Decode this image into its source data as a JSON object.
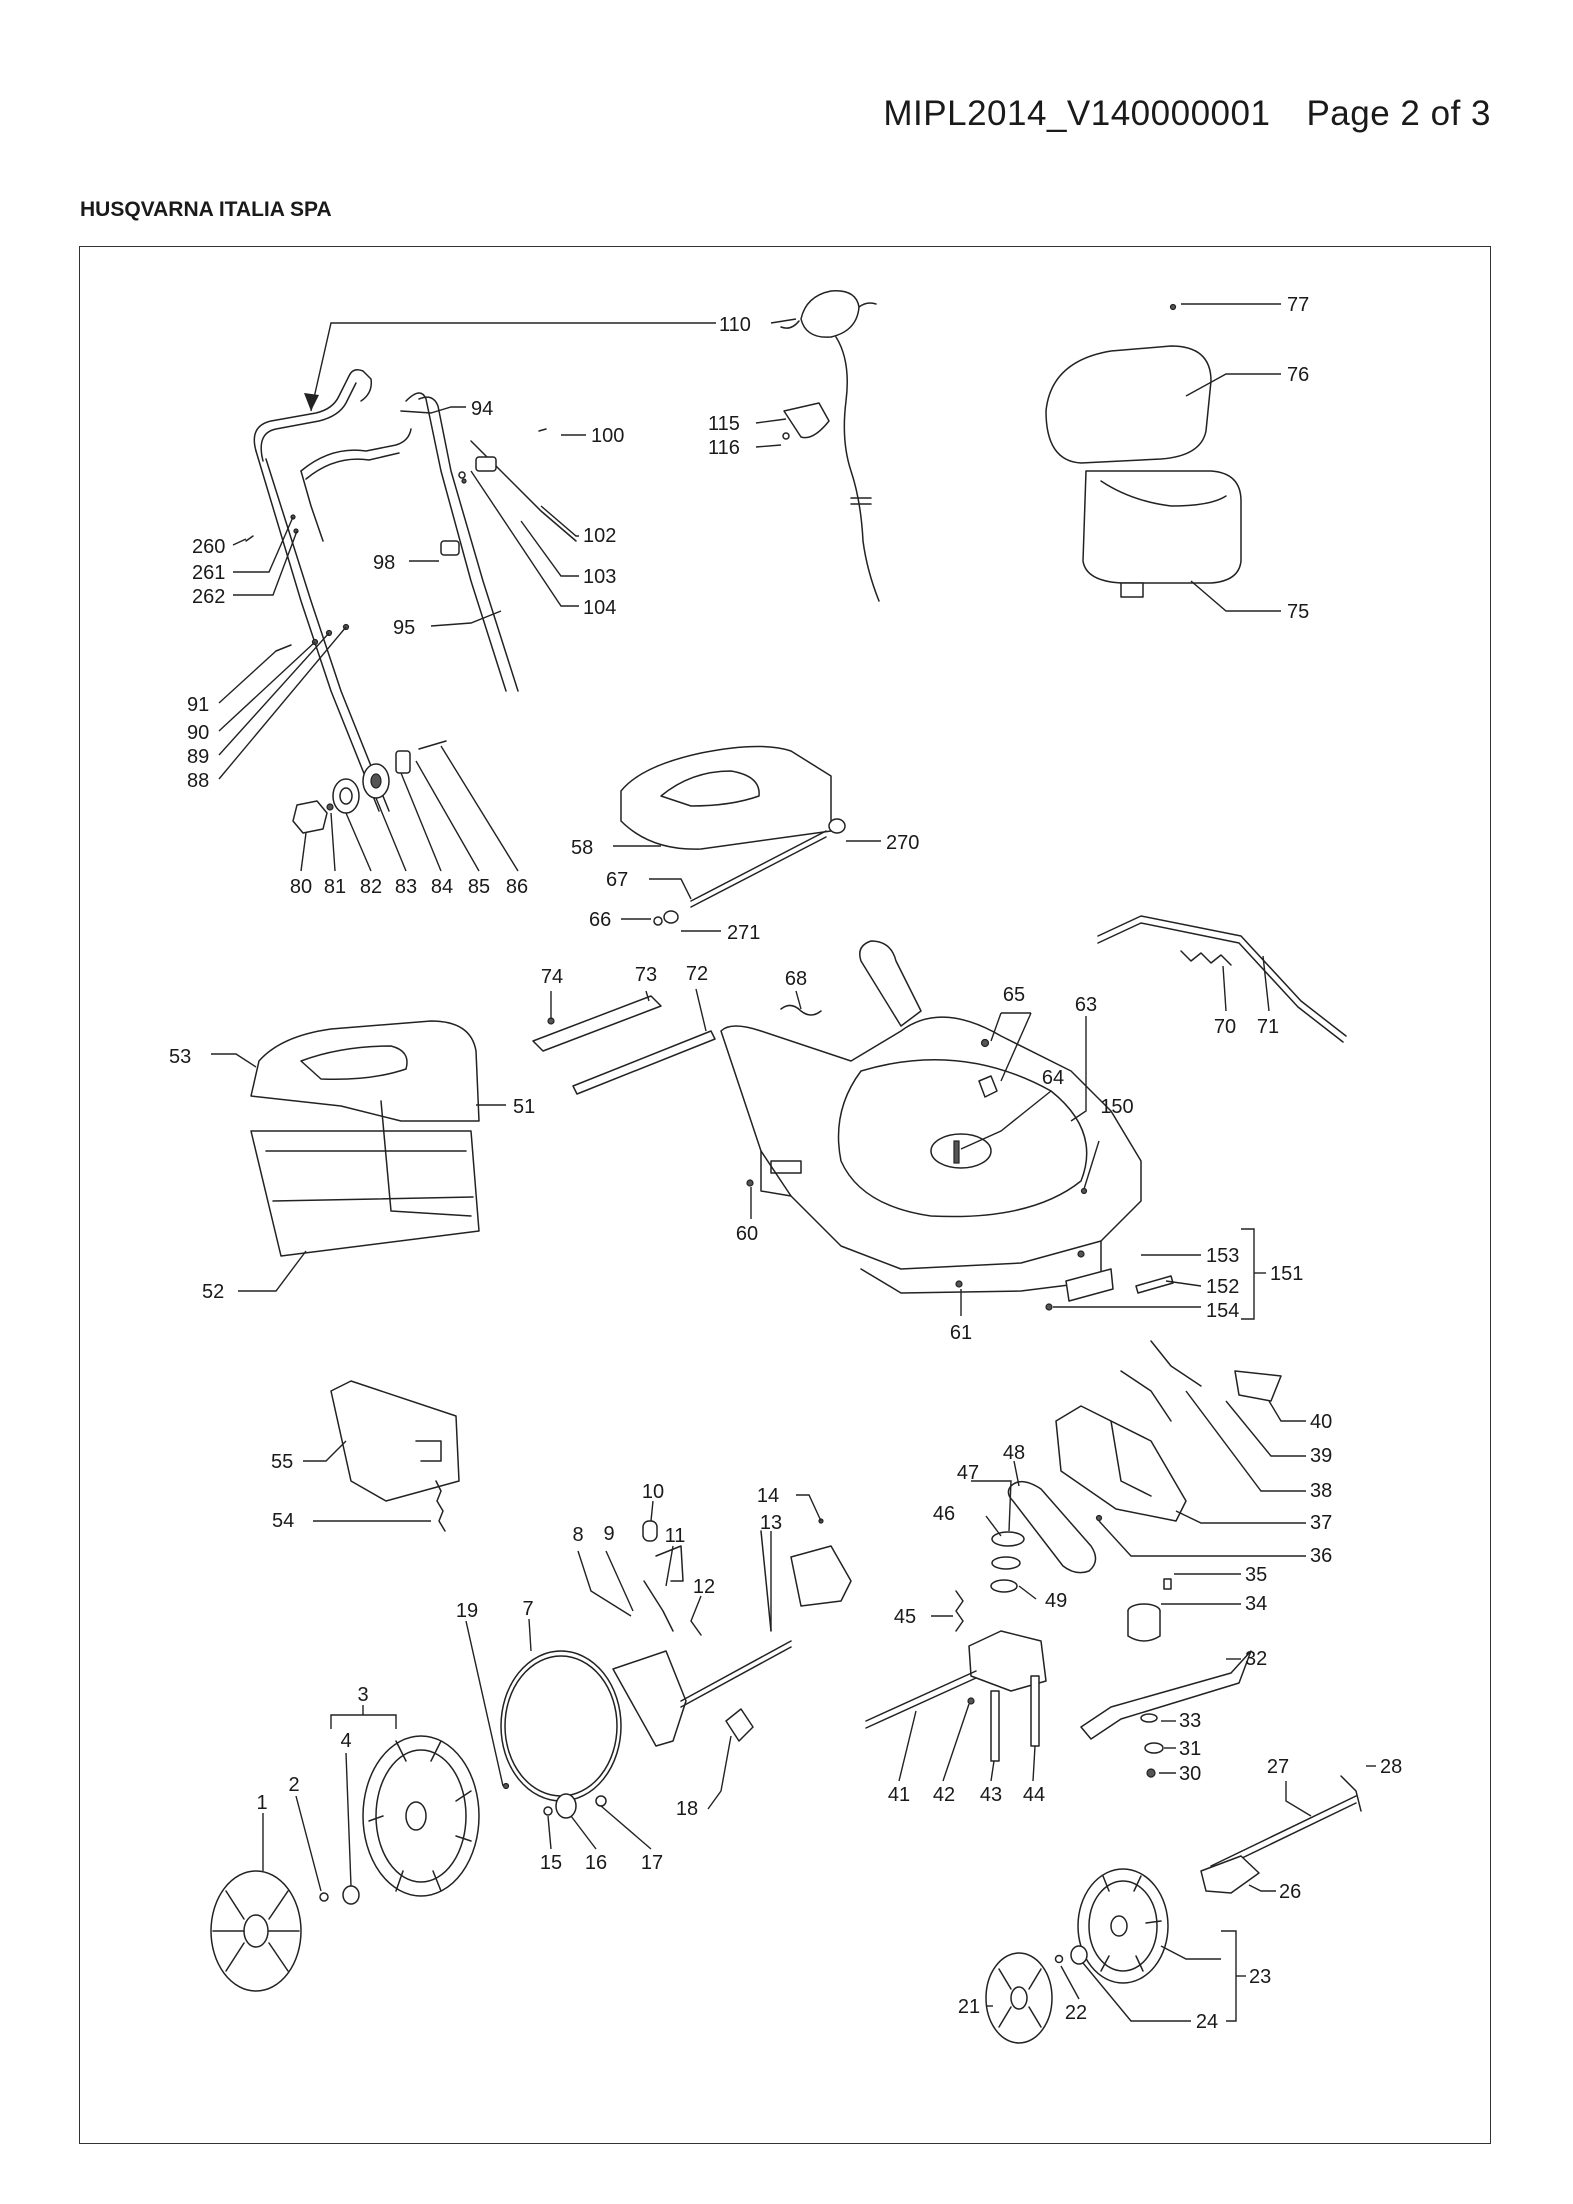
{
  "header": {
    "ref_code": "MIPL2014_V140000001",
    "page_info": "Page 2 of 3",
    "company": "HUSQVARNA ITALIA SPA"
  },
  "diagram": {
    "labels": [
      {
        "id": "p1",
        "text": "1"
      },
      {
        "id": "p2",
        "text": "2"
      },
      {
        "id": "p3",
        "text": "3"
      },
      {
        "id": "p4",
        "text": "4"
      },
      {
        "id": "p7",
        "text": "7"
      },
      {
        "id": "p8",
        "text": "8"
      },
      {
        "id": "p9",
        "text": "9"
      },
      {
        "id": "p10",
        "text": "10"
      },
      {
        "id": "p11",
        "text": "11"
      },
      {
        "id": "p12",
        "text": "12"
      },
      {
        "id": "p13",
        "text": "13"
      },
      {
        "id": "p14",
        "text": "14"
      },
      {
        "id": "p15",
        "text": "15"
      },
      {
        "id": "p16",
        "text": "16"
      },
      {
        "id": "p17",
        "text": "17"
      },
      {
        "id": "p18",
        "text": "18"
      },
      {
        "id": "p19",
        "text": "19"
      },
      {
        "id": "p21",
        "text": "21"
      },
      {
        "id": "p22",
        "text": "22"
      },
      {
        "id": "p23",
        "text": "23"
      },
      {
        "id": "p24",
        "text": "24"
      },
      {
        "id": "p26",
        "text": "26"
      },
      {
        "id": "p27",
        "text": "27"
      },
      {
        "id": "p28",
        "text": "28"
      },
      {
        "id": "p30",
        "text": "30"
      },
      {
        "id": "p31",
        "text": "31"
      },
      {
        "id": "p32",
        "text": "32"
      },
      {
        "id": "p33",
        "text": "33"
      },
      {
        "id": "p34",
        "text": "34"
      },
      {
        "id": "p35",
        "text": "35"
      },
      {
        "id": "p36",
        "text": "36"
      },
      {
        "id": "p37",
        "text": "37"
      },
      {
        "id": "p38",
        "text": "38"
      },
      {
        "id": "p39",
        "text": "39"
      },
      {
        "id": "p40",
        "text": "40"
      },
      {
        "id": "p41",
        "text": "41"
      },
      {
        "id": "p42",
        "text": "42"
      },
      {
        "id": "p43",
        "text": "43"
      },
      {
        "id": "p44",
        "text": "44"
      },
      {
        "id": "p45",
        "text": "45"
      },
      {
        "id": "p46",
        "text": "46"
      },
      {
        "id": "p47",
        "text": "47"
      },
      {
        "id": "p48",
        "text": "48"
      },
      {
        "id": "p49",
        "text": "49"
      },
      {
        "id": "p51",
        "text": "51"
      },
      {
        "id": "p52",
        "text": "52"
      },
      {
        "id": "p53",
        "text": "53"
      },
      {
        "id": "p54",
        "text": "54"
      },
      {
        "id": "p55",
        "text": "55"
      },
      {
        "id": "p58",
        "text": "58"
      },
      {
        "id": "p60",
        "text": "60"
      },
      {
        "id": "p61",
        "text": "61"
      },
      {
        "id": "p63",
        "text": "63"
      },
      {
        "id": "p64",
        "text": "64"
      },
      {
        "id": "p65",
        "text": "65"
      },
      {
        "id": "p66",
        "text": "66"
      },
      {
        "id": "p67",
        "text": "67"
      },
      {
        "id": "p68",
        "text": "68"
      },
      {
        "id": "p70",
        "text": "70"
      },
      {
        "id": "p71",
        "text": "71"
      },
      {
        "id": "p72",
        "text": "72"
      },
      {
        "id": "p73",
        "text": "73"
      },
      {
        "id": "p74",
        "text": "74"
      },
      {
        "id": "p75",
        "text": "75"
      },
      {
        "id": "p76",
        "text": "76"
      },
      {
        "id": "p77",
        "text": "77"
      },
      {
        "id": "p80",
        "text": "80"
      },
      {
        "id": "p81",
        "text": "81"
      },
      {
        "id": "p82",
        "text": "82"
      },
      {
        "id": "p83",
        "text": "83"
      },
      {
        "id": "p84",
        "text": "84"
      },
      {
        "id": "p85",
        "text": "85"
      },
      {
        "id": "p86",
        "text": "86"
      },
      {
        "id": "p88",
        "text": "88"
      },
      {
        "id": "p89",
        "text": "89"
      },
      {
        "id": "p90",
        "text": "90"
      },
      {
        "id": "p91",
        "text": "91"
      },
      {
        "id": "p94",
        "text": "94"
      },
      {
        "id": "p95",
        "text": "95"
      },
      {
        "id": "p98",
        "text": "98"
      },
      {
        "id": "p100",
        "text": "100"
      },
      {
        "id": "p102",
        "text": "102"
      },
      {
        "id": "p103",
        "text": "103"
      },
      {
        "id": "p104",
        "text": "104"
      },
      {
        "id": "p110",
        "text": "110"
      },
      {
        "id": "p115",
        "text": "115"
      },
      {
        "id": "p116",
        "text": "116"
      },
      {
        "id": "p150",
        "text": "150"
      },
      {
        "id": "p151",
        "text": "151"
      },
      {
        "id": "p152",
        "text": "152"
      },
      {
        "id": "p153",
        "text": "153"
      },
      {
        "id": "p154",
        "text": "154"
      },
      {
        "id": "p260",
        "text": "260"
      },
      {
        "id": "p261",
        "text": "261"
      },
      {
        "id": "p262",
        "text": "262"
      },
      {
        "id": "p270",
        "text": "270"
      },
      {
        "id": "p271",
        "text": "271"
      }
    ]
  }
}
